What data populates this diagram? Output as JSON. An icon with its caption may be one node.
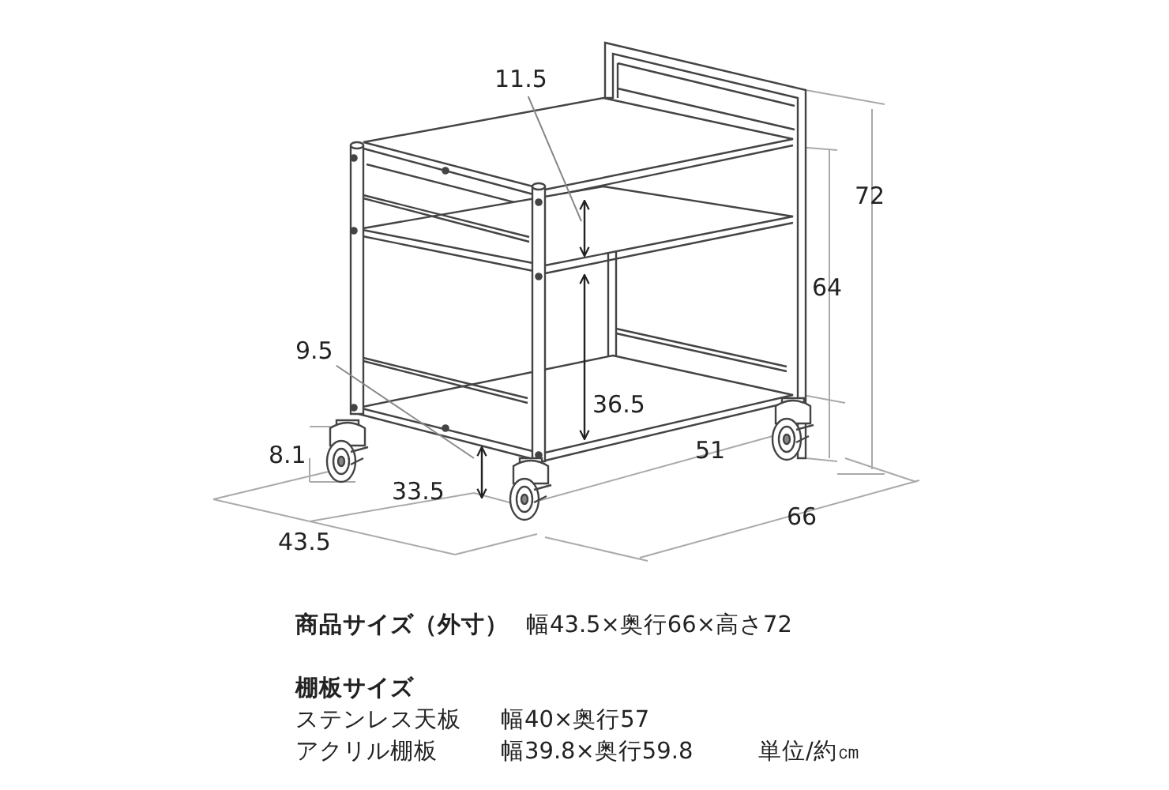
{
  "diagram": {
    "nodes": [
      {
        "text": [
          "11.5"
        ]
      },
      {
        "text": [
          "9.5"
        ]
      }
    ],
    "edges": [
      {
        "from": 0,
        "to": null,
        "arrow": "none"
      },
      {
        "from": 1,
        "to": null,
        "arrow": "none"
      }
    ],
    "labels": [
      "72",
      "64",
      "36.5",
      "8.1",
      "51",
      "33.5",
      "66",
      "43.5",
      "**商品サイズ（外寸）**",
      "幅43.5×奥行66×高さ72",
      "**棚板サイズ**",
      "ステンレス天板",
      "幅40×奥行57",
      "アクリル棚板",
      "幅39.8×奥行59.8",
      "単位/約㎝"
    ]
  }
}
